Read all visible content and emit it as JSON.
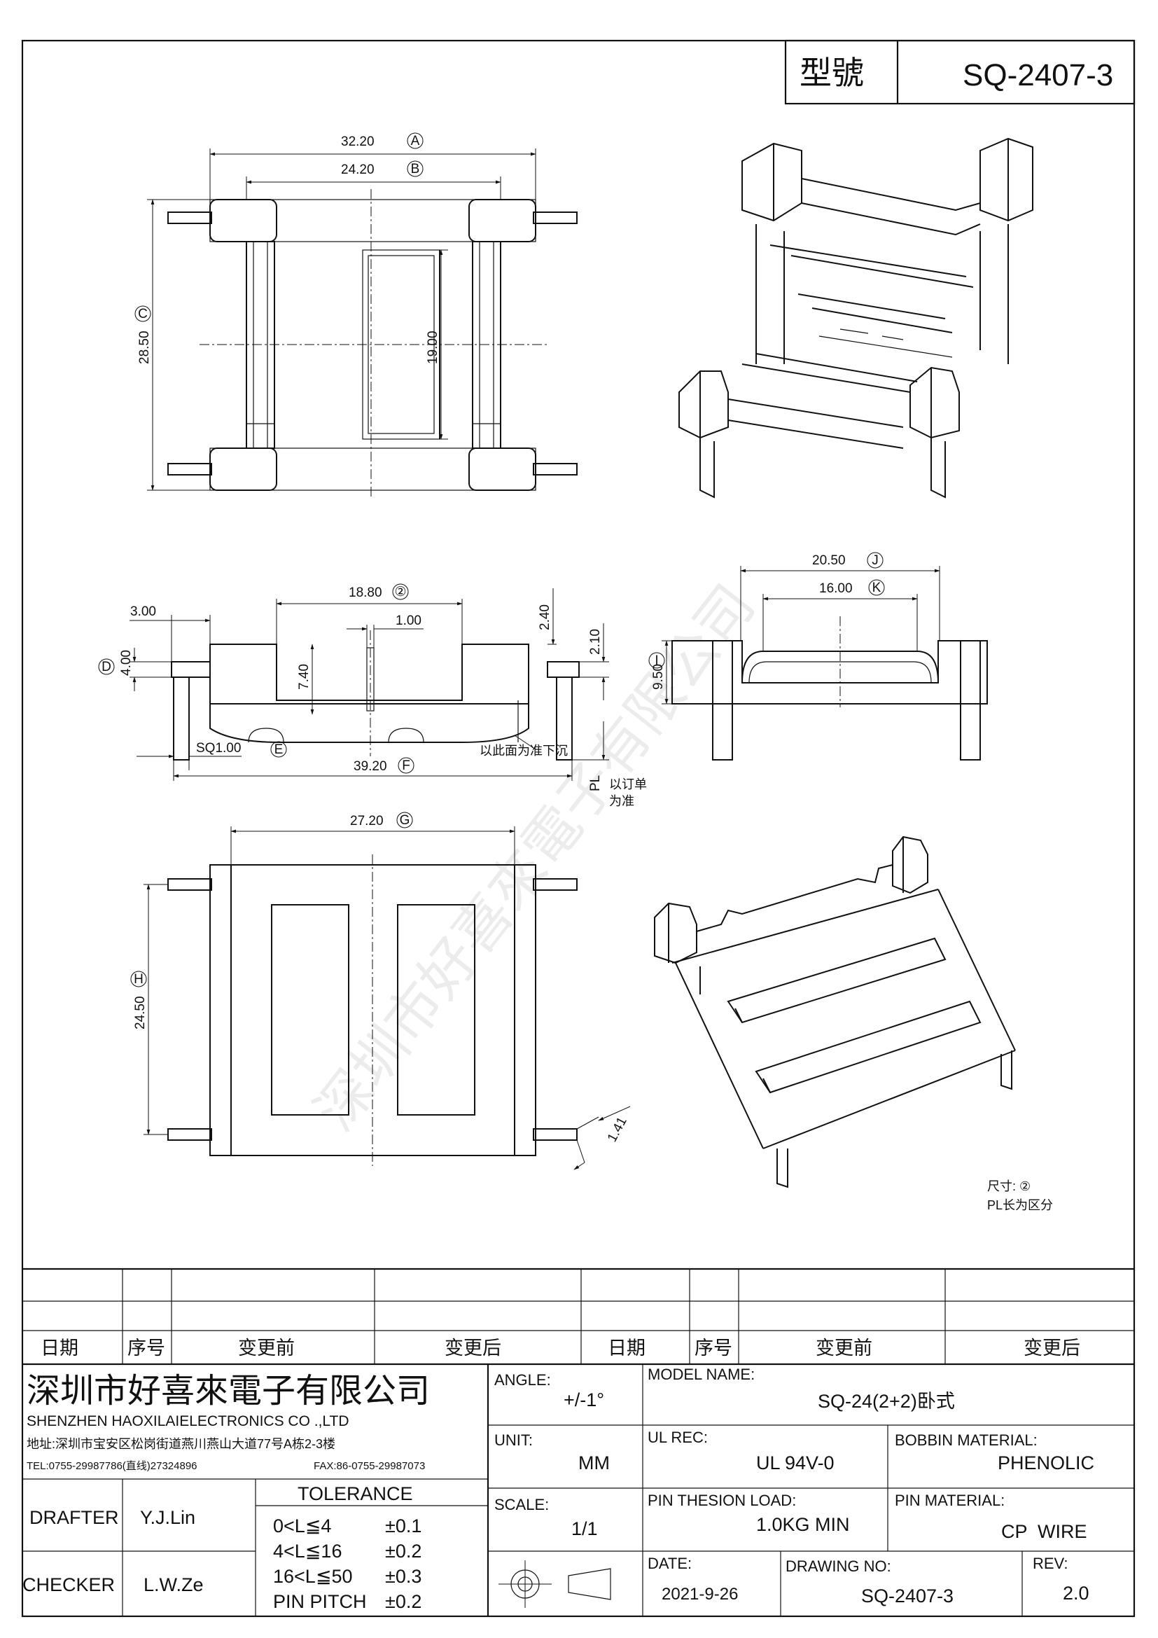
{
  "header": {
    "model_label": "型號",
    "model_value": "SQ-2407-3"
  },
  "dimensions": {
    "A": {
      "value": "32.20",
      "tag": "A"
    },
    "B": {
      "value": "24.20",
      "tag": "B"
    },
    "C": {
      "value": "28.50",
      "tag": "C"
    },
    "inner_height": "19.00",
    "side_len": {
      "value": "18.80",
      "tag": "②"
    },
    "gap": "1.00",
    "d300": "3.00",
    "D": {
      "value": "4.00",
      "tag": "D"
    },
    "d740": "7.40",
    "d240": "2.40",
    "d210": "2.10",
    "sq": "SQ1.00",
    "E_tag": "E",
    "F": {
      "value": "39.20",
      "tag": "F"
    },
    "J": {
      "value": "20.50",
      "tag": "J"
    },
    "K": {
      "value": "16.00",
      "tag": "K"
    },
    "I": {
      "value": "9.50",
      "tag": "I"
    },
    "G": {
      "value": "27.20",
      "tag": "G"
    },
    "H": {
      "value": "24.50",
      "tag": "H"
    },
    "d141": "1.41"
  },
  "notes": {
    "sink_note": "以此面为准下沉",
    "pl": "PL",
    "pl_note_1": "以订单",
    "pl_note_2": "为准",
    "size_note_1": "尺寸: ②",
    "size_note_2": "PL长为区分"
  },
  "watermark": "深圳市好喜來電子有限公司",
  "revision_table": {
    "headers": [
      "日期",
      "序号",
      "变更前",
      "变更后",
      "日期",
      "序号",
      "变更前",
      "变更后"
    ]
  },
  "title_block": {
    "company_cn": "深圳市好喜來電子有限公司",
    "company_en": "SHENZHEN HAOXILAIELECTRONICS CO .,LTD",
    "address": "地址:深圳市宝安区松岗街道燕川燕山大道77号A栋2-3楼",
    "tel": "TEL:0755-29987786(直线)27324896",
    "fax": "FAX:86-0755-29987073",
    "drafter_label": "DRAFTER",
    "drafter": "Y.J.Lin",
    "checker_label": "CHECKER",
    "checker": "L.W.Ze",
    "tolerance_title": "TOLERANCE",
    "tolerance_rows": [
      {
        "range": "0<L≦4",
        "tol": "±0.1"
      },
      {
        "range": "4<L≦16",
        "tol": "±0.2"
      },
      {
        "range": "16<L≦50",
        "tol": "±0.3"
      },
      {
        "range": "PIN PITCH",
        "tol": "±0.2"
      }
    ],
    "angle_label": "ANGLE:",
    "angle": "+/-1°",
    "unit_label": "UNIT:",
    "unit": "MM",
    "scale_label": "SCALE:",
    "scale": "1/1",
    "model_name_label": "MODEL NAME:",
    "model_name": "SQ-24(2+2)卧式",
    "ul_label": "UL REC:",
    "ul": "UL 94V-0",
    "bobbin_label": "BOBBIN MATERIAL:",
    "bobbin": "PHENOLIC",
    "pin_load_label": "PIN THESION LOAD:",
    "pin_load": "1.0KG MIN",
    "pin_mat_label": "PIN MATERIAL:",
    "pin_mat": "CP  WIRE",
    "date_label": "DATE:",
    "date": "2021-9-26",
    "drawing_no_label": "DRAWING NO:",
    "drawing_no": "SQ-2407-3",
    "rev_label": "REV:",
    "rev": "2.0"
  }
}
